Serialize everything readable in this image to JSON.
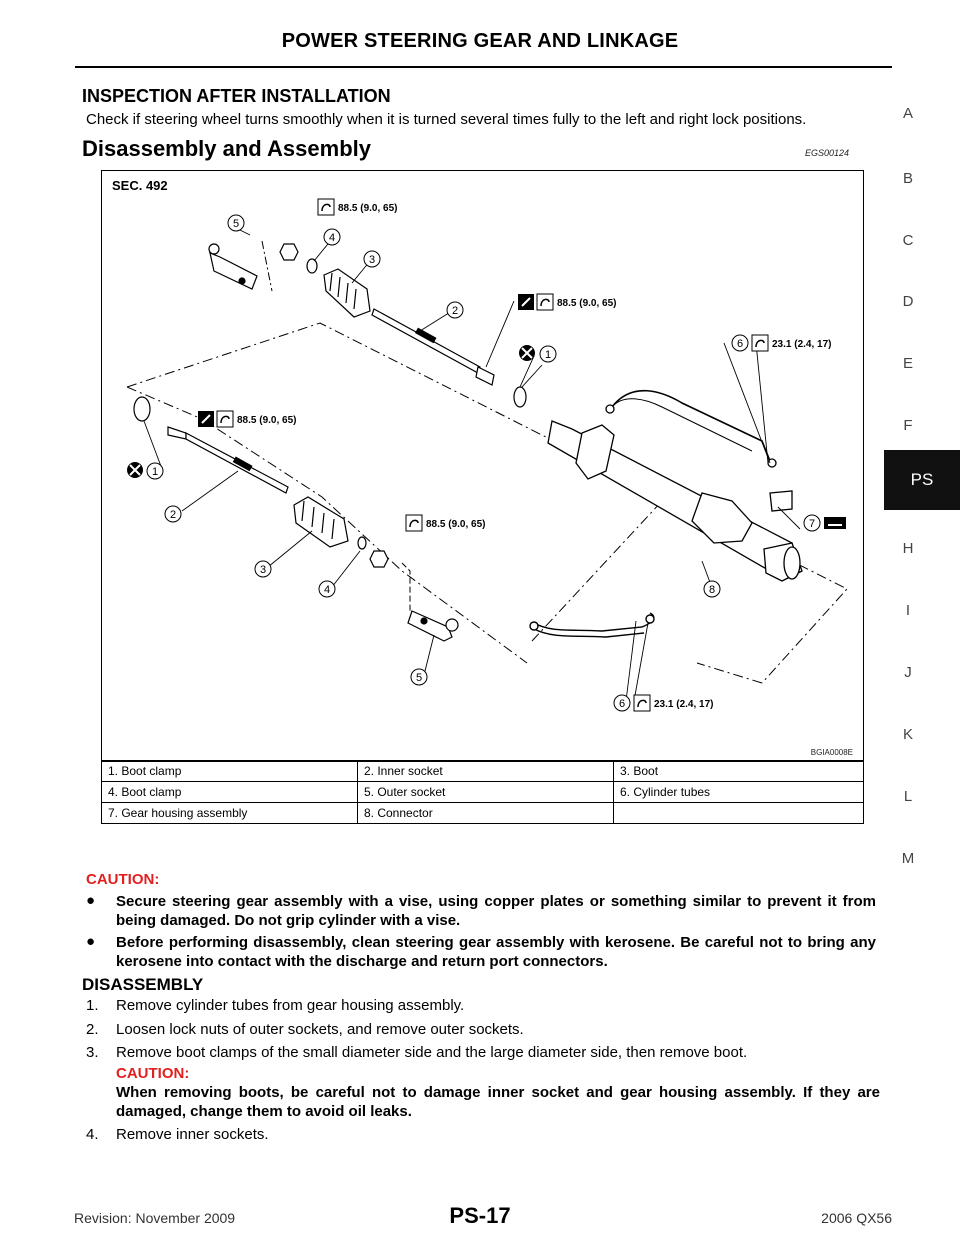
{
  "header": {
    "title": "POWER STEERING GEAR AND LINKAGE"
  },
  "sidebar": {
    "letters": [
      "A",
      "B",
      "C",
      "D",
      "E",
      "F",
      "H",
      "I",
      "J",
      "K",
      "L",
      "M"
    ],
    "active_tab": "PS"
  },
  "inspection": {
    "heading": "INSPECTION AFTER INSTALLATION",
    "text": "Check if steering wheel turns smoothly when it is turned several times fully to the left and right lock positions."
  },
  "disassembly_section": {
    "heading": "Disassembly and Assembly",
    "code": "EGS00124"
  },
  "figure": {
    "section_label": "SEC. 492",
    "image_code": "BGIA0008E",
    "torque_1": "88.5 (9.0, 65)",
    "torque_2": "23.1 (2.4, 17)",
    "callouts": [
      "1",
      "2",
      "3",
      "4",
      "5",
      "6",
      "7",
      "8"
    ]
  },
  "legend": [
    [
      "1.   Boot clamp",
      "2.   Inner socket",
      "3.   Boot"
    ],
    [
      "4.   Boot clamp",
      "5.   Outer socket",
      "6.   Cylinder tubes"
    ],
    [
      "7.   Gear housing assembly",
      "8.   Connector",
      ""
    ]
  ],
  "caution": {
    "label": "CAUTION:",
    "bullets": [
      "Secure steering gear assembly with a vise, using copper plates or something similar to prevent it from being damaged. Do not grip cylinder with a vise.",
      "Before performing disassembly, clean steering gear assembly with kerosene. Be careful not to bring any kerosene into contact with the discharge and return port connectors."
    ]
  },
  "disassembly": {
    "heading": "DISASSEMBLY",
    "steps": [
      {
        "num": "1.",
        "text": "Remove cylinder tubes from gear housing assembly."
      },
      {
        "num": "2.",
        "text": "Loosen lock nuts of outer sockets, and remove outer sockets."
      },
      {
        "num": "3.",
        "text": "Remove boot clamps of the small diameter side and the large diameter side, then remove boot."
      },
      {
        "num": "4.",
        "text": "Remove inner sockets."
      }
    ],
    "step3_caution_label": "CAUTION:",
    "step3_caution_text": "When removing boots, be careful not to damage inner socket and gear housing assembly. If they are damaged, change them to avoid oil leaks."
  },
  "footer": {
    "revision": "Revision: November 2009",
    "page": "PS-17",
    "model": "2006 QX56"
  }
}
